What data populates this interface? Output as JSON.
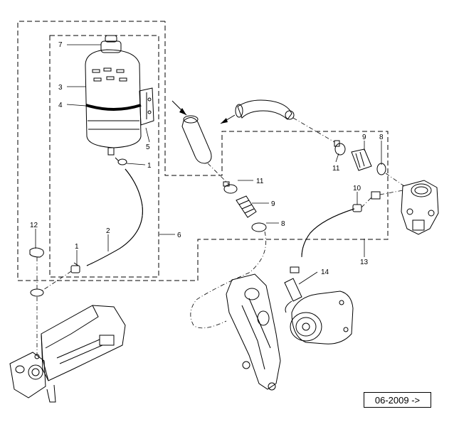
{
  "callouts": {
    "c1a": "1",
    "c1b": "1",
    "c2": "2",
    "c3": "3",
    "c4": "4",
    "c5": "5",
    "c6": "6",
    "c7": "7",
    "c8a": "8",
    "c8b": "8",
    "c9a": "9",
    "c9b": "9",
    "c10": "10",
    "c11a": "11",
    "c11b": "11",
    "c12": "12",
    "c13": "13",
    "c14": "14"
  },
  "version_label": "06-2009 ->",
  "colors": {
    "line": "#000000",
    "background": "#ffffff",
    "shade": "#d9d9d9"
  }
}
